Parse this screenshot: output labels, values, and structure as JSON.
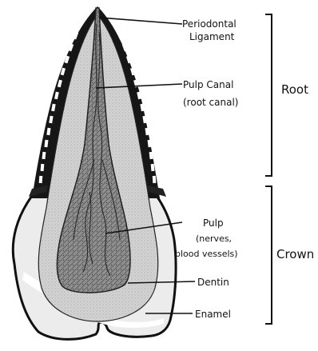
{
  "labels": {
    "periodontal_ligament": [
      "Periodontal",
      "Ligament"
    ],
    "pulp_canal": [
      "Pulp  Canal",
      "(root  canal)"
    ],
    "pulp": [
      "Pulp",
      "(nerves,",
      "blood  vessels)"
    ],
    "dentin": "Dentin",
    "enamel": "Enamel"
  },
  "regions": {
    "root": "Root",
    "crown": "Crown"
  },
  "colors": {
    "outline": "#111111",
    "dentin": "#d6d6d6",
    "pulp": "#8c8c8c",
    "enamel": "#ededed",
    "ligament": "#1a1a1a",
    "background": "#ffffff"
  }
}
